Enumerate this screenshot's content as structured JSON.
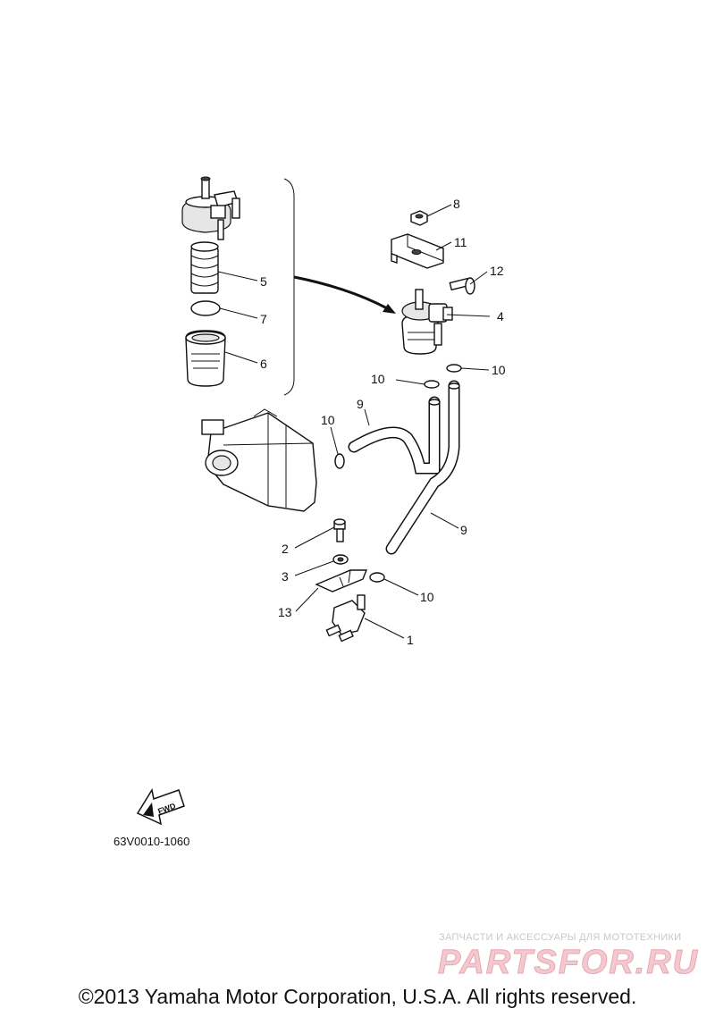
{
  "callouts": [
    {
      "id": "p8",
      "text": "8"
    },
    {
      "id": "p11",
      "text": "11"
    },
    {
      "id": "p12",
      "text": "12"
    },
    {
      "id": "p4",
      "text": "4"
    },
    {
      "id": "p5",
      "text": "5"
    },
    {
      "id": "p7",
      "text": "7"
    },
    {
      "id": "p6",
      "text": "6"
    },
    {
      "id": "p10a",
      "text": "10"
    },
    {
      "id": "p10b",
      "text": "10"
    },
    {
      "id": "p9a",
      "text": "9"
    },
    {
      "id": "p10c",
      "text": "10"
    },
    {
      "id": "p9b",
      "text": "9"
    },
    {
      "id": "p2",
      "text": "2"
    },
    {
      "id": "p3",
      "text": "3"
    },
    {
      "id": "p10d",
      "text": "10"
    },
    {
      "id": "p13",
      "text": "13"
    },
    {
      "id": "p1",
      "text": "1"
    }
  ],
  "fwd_label": "FWD",
  "reference_code": "63V0010-1060",
  "watermark_tagline": "ЗАПЧАСТИ И АКСЕССУАРЫ ДЛЯ МОТОТЕХНИКИ",
  "watermark_logo": "PARTSFOR.RU",
  "copyright": "©2013 Yamaha Motor Corporation, U.S.A. All rights reserved."
}
